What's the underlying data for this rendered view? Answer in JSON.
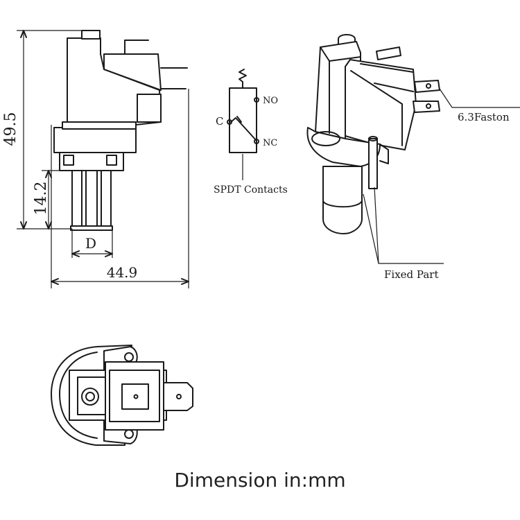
{
  "dimensions": {
    "height_total": "49.5",
    "height_pins": "14.2",
    "diameter": "D",
    "width_total": "44.9"
  },
  "schematic": {
    "common": "C",
    "normally_open": "NO",
    "normally_closed": "NC",
    "caption": "SPDT Contacts"
  },
  "callouts": {
    "terminal": "6.3Faston",
    "fixed_part": "Fixed Part"
  },
  "footer": {
    "caption": "Dimension in:mm"
  },
  "colors": {
    "line": "#1a1a1a",
    "background": "#ffffff"
  }
}
